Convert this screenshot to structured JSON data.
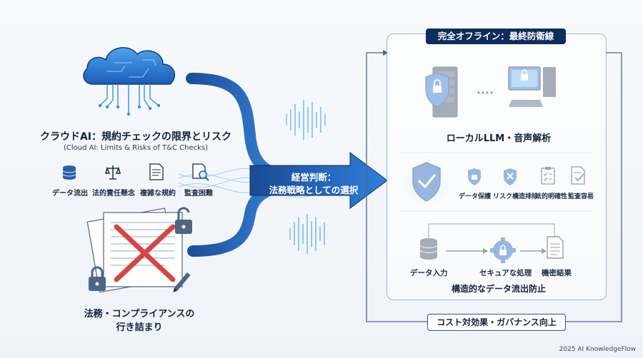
{
  "left": {
    "cloud_title": "クラウドAI：規約チェックの限界とリスク",
    "cloud_subtitle": "(Cloud AI: Limits & Risks of T&C Checks)",
    "risks": [
      {
        "label": "データ流出",
        "icon": "database-icon"
      },
      {
        "label": "法的責任懸念",
        "icon": "scales-icon"
      },
      {
        "label": "複雑な規約",
        "icon": "document-icon"
      },
      {
        "label": "監査困難",
        "icon": "magnifier-document-icon"
      }
    ],
    "legal_title_line1": "法務・コンプライアンスの",
    "legal_title_line2": "行き詰まり"
  },
  "center": {
    "arrow_line1": "経営判断：",
    "arrow_line2": "法務戦略としての選択"
  },
  "right": {
    "panel_title": "完全オフライン：最終防衛線",
    "local_label": "ローカルLLM・音声解析",
    "protections": [
      {
        "label": "データ保護",
        "icon": "lock-shield-icon"
      },
      {
        "label": "リスク構造排除",
        "icon": "x-shield-icon"
      },
      {
        "label": "法的明確性",
        "icon": "checklist-icon"
      },
      {
        "label": "監査容易",
        "icon": "check-document-icon"
      }
    ],
    "flow": [
      {
        "label": "データ入力",
        "icon": "database-icon"
      },
      {
        "label": "セキュアな処理",
        "icon": "gear-lock-icon"
      },
      {
        "label": "機密結果",
        "icon": "document-icon"
      }
    ],
    "structural_label": "構造的なデータ流出防止",
    "cost_label": "コスト対効果・ガバナンス向上"
  },
  "footer": {
    "copyright": "2025 AI KnowledgeFlow"
  },
  "colors": {
    "navy": "#0f2d5c",
    "blue": "#2a6fd1",
    "light_blue": "#5aa6ea",
    "red": "#d64545",
    "panel_border": "#9fb4cc"
  }
}
